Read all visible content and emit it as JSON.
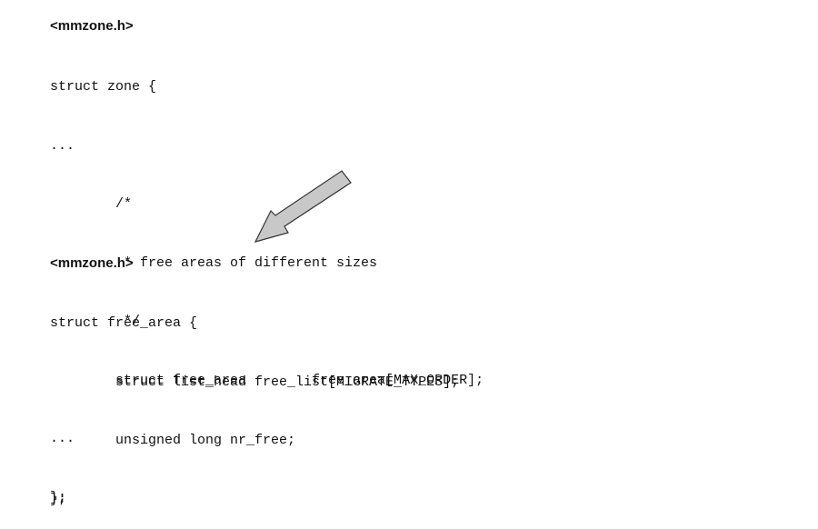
{
  "top_snippet": {
    "file_label": "<mmzone.h>",
    "lines": [
      "struct zone {",
      "...",
      "        /*",
      "         * free areas of different sizes",
      "         */",
      "        struct free_area        free_area[MAX_ORDER];",
      "...",
      "};"
    ]
  },
  "bottom_snippet": {
    "file_label": "<mmzone.h>",
    "lines": [
      "struct free_area {",
      "        struct list_head free_list[MIGRATE_TYPES];",
      "        unsigned long nr_free;",
      "};"
    ]
  },
  "colors": {
    "text": "#111111",
    "arrow_fill": "#c8c8c8",
    "arrow_stroke": "#333333",
    "background": "#ffffff"
  }
}
